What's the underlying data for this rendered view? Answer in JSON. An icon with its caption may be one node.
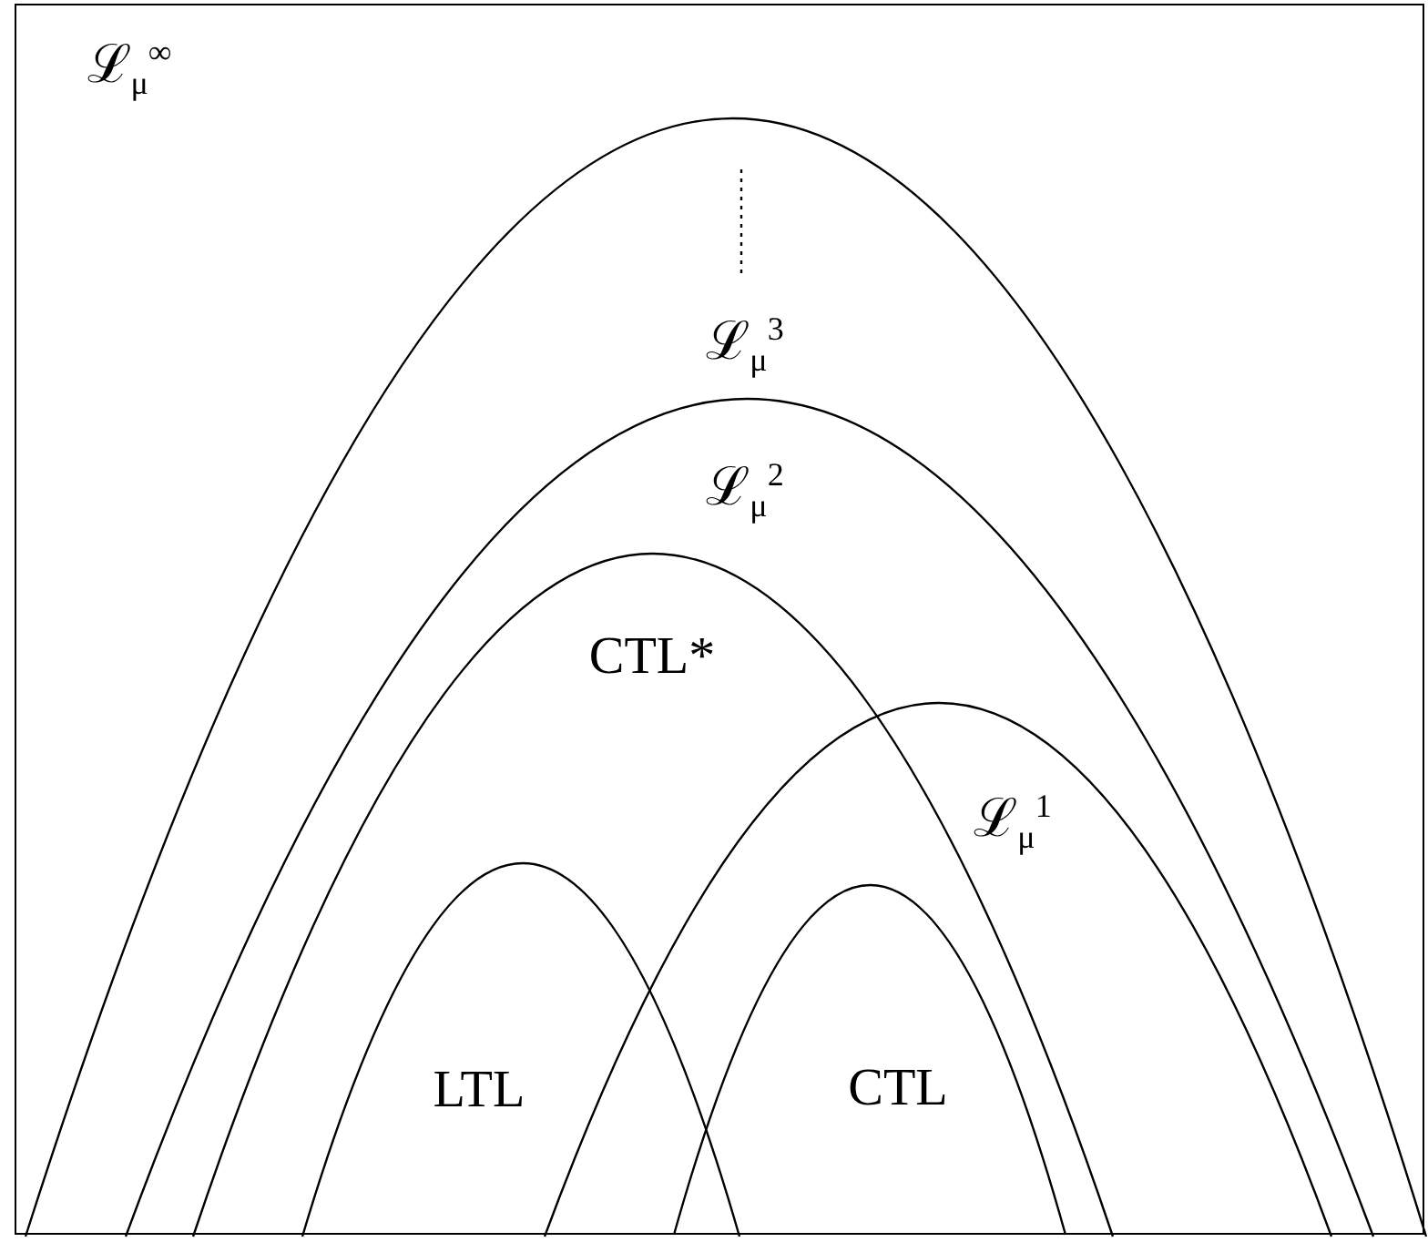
{
  "diagram": {
    "nodes": [
      {
        "text": [
          "ℒ$_{μ}$$^{∞}$"
        ]
      },
      {
        "text": [
          "ℒ$_{μ}$$^{3}$"
        ],
        "in": 0
      },
      {
        "text": [
          "ℒ$_{μ}$$^{2}$"
        ],
        "in": 1
      },
      {
        "text": [
          "CTL*"
        ],
        "in": 2
      },
      {
        "text": [
          "ℒ$_{μ}$$^{1}$"
        ],
        "in": 2
      },
      {
        "text": [
          "LTL"
        ],
        "in": 3
      },
      {
        "text": [
          "CTL"
        ]
      }
    ]
  }
}
